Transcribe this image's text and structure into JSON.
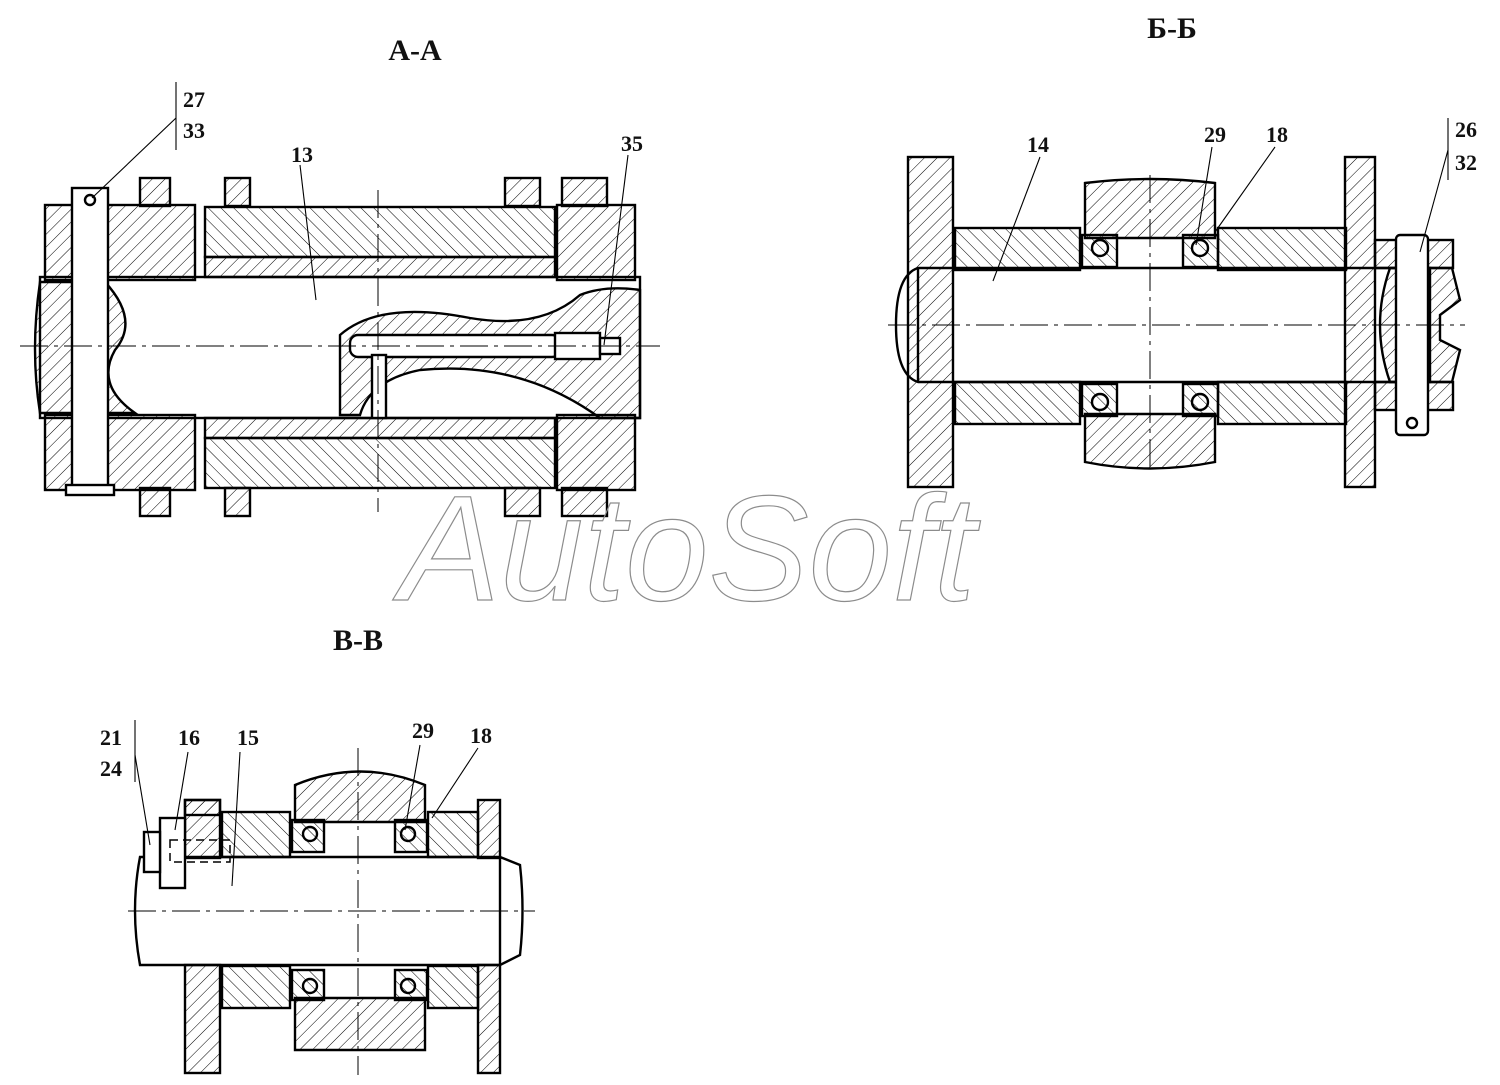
{
  "sections": {
    "aa": {
      "title": "А-А",
      "callouts": {
        "c27": "27",
        "c33": "33",
        "c13": "13",
        "c35": "35"
      }
    },
    "bb": {
      "title": "Б-Б",
      "callouts": {
        "c14": "14",
        "c29": "29",
        "c18": "18",
        "c26": "26",
        "c32": "32"
      }
    },
    "vv": {
      "title": "В-В",
      "callouts": {
        "c21": "21",
        "c24": "24",
        "c16": "16",
        "c15": "15",
        "c29": "29",
        "c18": "18"
      }
    }
  },
  "watermark": "AutoSoft",
  "colors": {
    "line": "#000000",
    "watermark": "#8c8c8c",
    "background": "#ffffff"
  }
}
